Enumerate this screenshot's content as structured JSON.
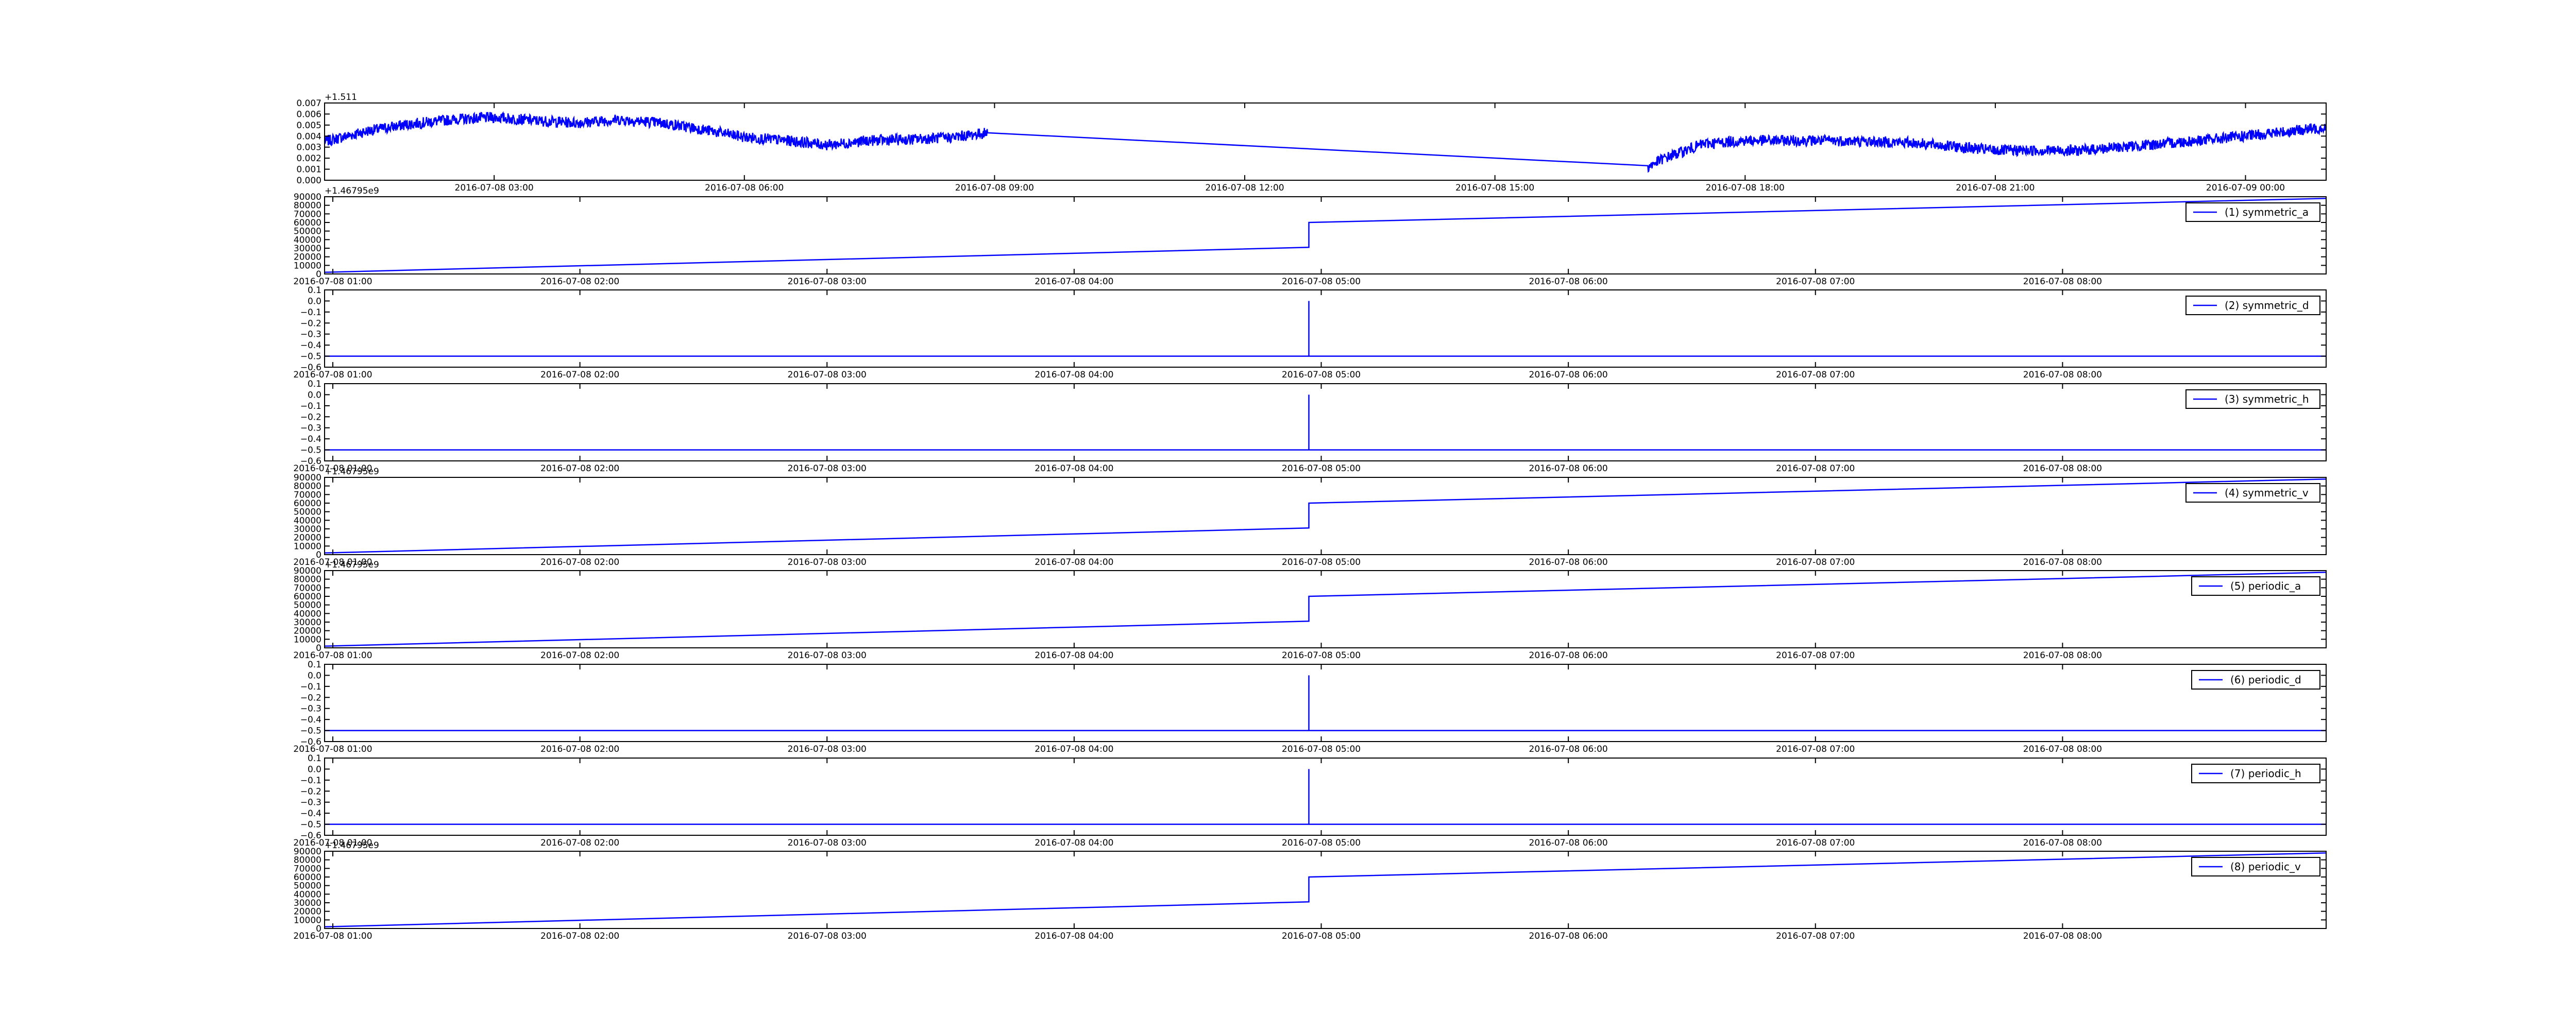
{
  "style": {
    "background": "#ffffff",
    "line_color": "#0000ff",
    "axes_color": "#000000"
  },
  "chart_data": [
    {
      "type": "line",
      "title": "",
      "xlabel": "",
      "ylabel": "",
      "offset_label": "+1.511",
      "legend": null,
      "grid": false,
      "ylim": [
        0.0,
        0.007
      ],
      "yticks": [
        "0.000",
        "0.001",
        "0.002",
        "0.003",
        "0.004",
        "0.005",
        "0.006",
        "0.007"
      ],
      "xlim": [
        "2016-07-08 00:58",
        "2016-07-09 00:58"
      ],
      "xticks": [
        "2016-07-08 03:00",
        "2016-07-08 06:00",
        "2016-07-08 09:00",
        "2016-07-08 12:00",
        "2016-07-08 15:00",
        "2016-07-08 18:00",
        "2016-07-08 21:00",
        "2016-07-09 00:00"
      ],
      "noise": 0.0005,
      "series": [
        {
          "x": [
            "2016-07-08 00:58",
            "2016-07-08 01:30",
            "2016-07-08 02:00",
            "2016-07-08 02:30",
            "2016-07-08 03:00",
            "2016-07-08 03:30",
            "2016-07-08 04:00",
            "2016-07-08 04:30",
            "2016-07-08 05:00",
            "2016-07-08 05:30",
            "2016-07-08 06:00",
            "2016-07-08 06:30",
            "2016-07-08 07:00",
            "2016-07-08 07:30",
            "2016-07-08 08:00",
            "2016-07-08 08:30",
            "2016-07-08 08:55",
            "2016-07-08 16:50",
            "2016-07-08 17:00",
            "2016-07-08 17:30",
            "2016-07-08 18:00",
            "2016-07-08 19:00",
            "2016-07-08 20:00",
            "2016-07-08 21:00",
            "2016-07-08 22:00",
            "2016-07-08 23:00",
            "2016-07-09 00:00",
            "2016-07-09 00:58"
          ],
          "y": [
            0.0035,
            0.0045,
            0.0051,
            0.0055,
            0.0057,
            0.0054,
            0.0052,
            0.0055,
            0.0052,
            0.0046,
            0.0039,
            0.0036,
            0.0032,
            0.0036,
            0.0037,
            0.0039,
            0.0043,
            0.0012,
            0.0019,
            0.0033,
            0.0036,
            0.0036,
            0.0034,
            0.0027,
            0.0027,
            0.0033,
            0.004,
            0.0048
          ]
        }
      ]
    },
    {
      "type": "line",
      "title": "",
      "xlabel": "",
      "ylabel": "",
      "offset_label": "+1.46795e9",
      "legend": "(1) symmetric_a",
      "legend_position": "upper right",
      "grid": false,
      "ylim": [
        0,
        90000
      ],
      "yticks": [
        "0",
        "10000",
        "20000",
        "30000",
        "40000",
        "50000",
        "60000",
        "70000",
        "80000",
        "90000"
      ],
      "xlim": [
        "2016-07-08 00:58",
        "2016-07-08 09:04"
      ],
      "xticks": [
        "2016-07-08 01:00",
        "2016-07-08 02:00",
        "2016-07-08 03:00",
        "2016-07-08 04:00",
        "2016-07-08 05:00",
        "2016-07-08 06:00",
        "2016-07-08 07:00",
        "2016-07-08 08:00"
      ],
      "series": [
        {
          "name": "(1) symmetric_a",
          "x": [
            "2016-07-08 00:58",
            "2016-07-08 04:57",
            "2016-07-08 04:57",
            "2016-07-08 09:04"
          ],
          "y": [
            2000,
            31000,
            60000,
            88000
          ]
        }
      ]
    },
    {
      "type": "line",
      "title": "",
      "xlabel": "",
      "ylabel": "",
      "offset_label": "",
      "legend": "(2) symmetric_d",
      "legend_position": "upper right",
      "grid": false,
      "ylim": [
        -0.6,
        0.1
      ],
      "yticks": [
        "−0.6",
        "−0.5",
        "−0.4",
        "−0.3",
        "−0.2",
        "−0.1",
        "0.0",
        "0.1"
      ],
      "xlim": [
        "2016-07-08 00:58",
        "2016-07-08 09:04"
      ],
      "xticks": [
        "2016-07-08 01:00",
        "2016-07-08 02:00",
        "2016-07-08 03:00",
        "2016-07-08 04:00",
        "2016-07-08 05:00",
        "2016-07-08 06:00",
        "2016-07-08 07:00",
        "2016-07-08 08:00"
      ],
      "series": [
        {
          "name": "(2) symmetric_d",
          "x": [
            "2016-07-08 00:58",
            "2016-07-08 04:57",
            "2016-07-08 04:57",
            "2016-07-08 04:57",
            "2016-07-08 09:04"
          ],
          "y": [
            -0.5,
            -0.5,
            0.0,
            -0.5,
            -0.5
          ]
        }
      ]
    },
    {
      "type": "line",
      "title": "",
      "xlabel": "",
      "ylabel": "",
      "offset_label": "",
      "legend": "(3) symmetric_h",
      "legend_position": "upper right",
      "grid": false,
      "ylim": [
        -0.6,
        0.1
      ],
      "yticks": [
        "−0.6",
        "−0.5",
        "−0.4",
        "−0.3",
        "−0.2",
        "−0.1",
        "0.0",
        "0.1"
      ],
      "xlim": [
        "2016-07-08 00:58",
        "2016-07-08 09:04"
      ],
      "xticks": [
        "2016-07-08 01:00",
        "2016-07-08 02:00",
        "2016-07-08 03:00",
        "2016-07-08 04:00",
        "2016-07-08 05:00",
        "2016-07-08 06:00",
        "2016-07-08 07:00",
        "2016-07-08 08:00"
      ],
      "series": [
        {
          "name": "(3) symmetric_h",
          "x": [
            "2016-07-08 00:58",
            "2016-07-08 04:57",
            "2016-07-08 04:57",
            "2016-07-08 04:57",
            "2016-07-08 09:04"
          ],
          "y": [
            -0.5,
            -0.5,
            0.0,
            -0.5,
            -0.5
          ]
        }
      ]
    },
    {
      "type": "line",
      "title": "",
      "xlabel": "",
      "ylabel": "",
      "offset_label": "+1.46795e9",
      "legend": "(4) symmetric_v",
      "legend_position": "upper right",
      "grid": false,
      "ylim": [
        0,
        90000
      ],
      "yticks": [
        "0",
        "10000",
        "20000",
        "30000",
        "40000",
        "50000",
        "60000",
        "70000",
        "80000",
        "90000"
      ],
      "xlim": [
        "2016-07-08 00:58",
        "2016-07-08 09:04"
      ],
      "xticks": [
        "2016-07-08 01:00",
        "2016-07-08 02:00",
        "2016-07-08 03:00",
        "2016-07-08 04:00",
        "2016-07-08 05:00",
        "2016-07-08 06:00",
        "2016-07-08 07:00",
        "2016-07-08 08:00"
      ],
      "series": [
        {
          "name": "(4) symmetric_v",
          "x": [
            "2016-07-08 00:58",
            "2016-07-08 04:57",
            "2016-07-08 04:57",
            "2016-07-08 09:04"
          ],
          "y": [
            2000,
            31000,
            60000,
            88000
          ]
        }
      ]
    },
    {
      "type": "line",
      "title": "",
      "xlabel": "",
      "ylabel": "",
      "offset_label": "+1.46795e9",
      "legend": "(5) periodic_a",
      "legend_position": "upper right",
      "grid": false,
      "ylim": [
        0,
        90000
      ],
      "yticks": [
        "0",
        "10000",
        "20000",
        "30000",
        "40000",
        "50000",
        "60000",
        "70000",
        "80000",
        "90000"
      ],
      "xlim": [
        "2016-07-08 00:58",
        "2016-07-08 09:04"
      ],
      "xticks": [
        "2016-07-08 01:00",
        "2016-07-08 02:00",
        "2016-07-08 03:00",
        "2016-07-08 04:00",
        "2016-07-08 05:00",
        "2016-07-08 06:00",
        "2016-07-08 07:00",
        "2016-07-08 08:00"
      ],
      "series": [
        {
          "name": "(5) periodic_a",
          "x": [
            "2016-07-08 00:58",
            "2016-07-08 04:57",
            "2016-07-08 04:57",
            "2016-07-08 09:04"
          ],
          "y": [
            2000,
            31000,
            60000,
            88000
          ]
        }
      ]
    },
    {
      "type": "line",
      "title": "",
      "xlabel": "",
      "ylabel": "",
      "offset_label": "",
      "legend": "(6) periodic_d",
      "legend_position": "upper right",
      "grid": false,
      "ylim": [
        -0.6,
        0.1
      ],
      "yticks": [
        "−0.6",
        "−0.5",
        "−0.4",
        "−0.3",
        "−0.2",
        "−0.1",
        "0.0",
        "0.1"
      ],
      "xlim": [
        "2016-07-08 00:58",
        "2016-07-08 09:04"
      ],
      "xticks": [
        "2016-07-08 01:00",
        "2016-07-08 02:00",
        "2016-07-08 03:00",
        "2016-07-08 04:00",
        "2016-07-08 05:00",
        "2016-07-08 06:00",
        "2016-07-08 07:00",
        "2016-07-08 08:00"
      ],
      "series": [
        {
          "name": "(6) periodic_d",
          "x": [
            "2016-07-08 00:58",
            "2016-07-08 04:57",
            "2016-07-08 04:57",
            "2016-07-08 04:57",
            "2016-07-08 09:04"
          ],
          "y": [
            -0.5,
            -0.5,
            0.0,
            -0.5,
            -0.5
          ]
        }
      ]
    },
    {
      "type": "line",
      "title": "",
      "xlabel": "",
      "ylabel": "",
      "offset_label": "",
      "legend": "(7) periodic_h",
      "legend_position": "upper right",
      "grid": false,
      "ylim": [
        -0.6,
        0.1
      ],
      "yticks": [
        "−0.6",
        "−0.5",
        "−0.4",
        "−0.3",
        "−0.2",
        "−0.1",
        "0.0",
        "0.1"
      ],
      "xlim": [
        "2016-07-08 00:58",
        "2016-07-08 09:04"
      ],
      "xticks": [
        "2016-07-08 01:00",
        "2016-07-08 02:00",
        "2016-07-08 03:00",
        "2016-07-08 04:00",
        "2016-07-08 05:00",
        "2016-07-08 06:00",
        "2016-07-08 07:00",
        "2016-07-08 08:00"
      ],
      "series": [
        {
          "name": "(7) periodic_h",
          "x": [
            "2016-07-08 00:58",
            "2016-07-08 04:57",
            "2016-07-08 04:57",
            "2016-07-08 04:57",
            "2016-07-08 09:04"
          ],
          "y": [
            -0.5,
            -0.5,
            0.0,
            -0.5,
            -0.5
          ]
        }
      ]
    },
    {
      "type": "line",
      "title": "",
      "xlabel": "",
      "ylabel": "",
      "offset_label": "+1.46795e9",
      "legend": "(8) periodic_v",
      "legend_position": "upper right",
      "grid": false,
      "ylim": [
        0,
        90000
      ],
      "yticks": [
        "0",
        "10000",
        "20000",
        "30000",
        "40000",
        "50000",
        "60000",
        "70000",
        "80000",
        "90000"
      ],
      "xlim": [
        "2016-07-08 00:58",
        "2016-07-08 09:04"
      ],
      "xticks": [
        "2016-07-08 01:00",
        "2016-07-08 02:00",
        "2016-07-08 03:00",
        "2016-07-08 04:00",
        "2016-07-08 05:00",
        "2016-07-08 06:00",
        "2016-07-08 07:00",
        "2016-07-08 08:00"
      ],
      "series": [
        {
          "name": "(8) periodic_v",
          "x": [
            "2016-07-08 00:58",
            "2016-07-08 04:57",
            "2016-07-08 04:57",
            "2016-07-08 09:04"
          ],
          "y": [
            2000,
            31000,
            60000,
            88000
          ]
        }
      ]
    }
  ]
}
